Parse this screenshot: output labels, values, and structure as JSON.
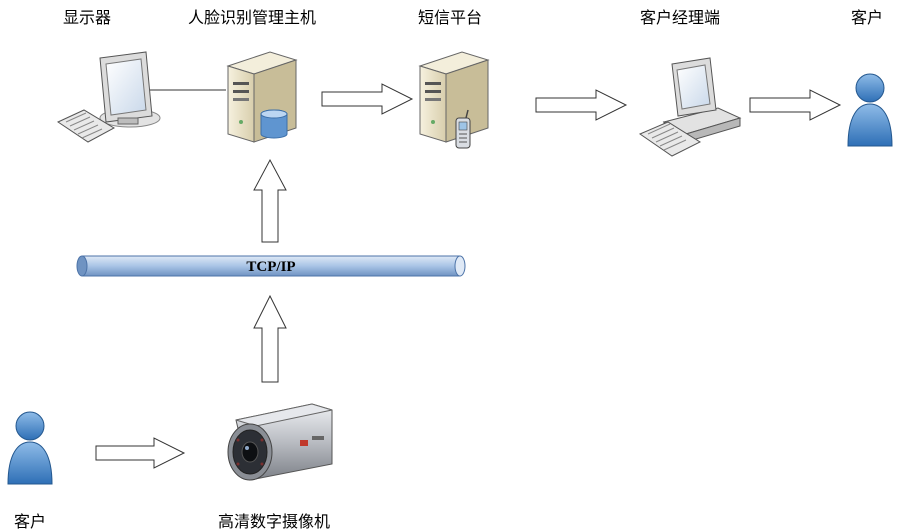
{
  "labels": {
    "monitor": "显示器",
    "host": "人脸识别管理主机",
    "sms": "短信平台",
    "manager": "客户经理端",
    "customer_top": "客户",
    "customer_bottom": "客户",
    "camera": "高清数字摄像机"
  },
  "bus": {
    "label": "TCP/IP"
  },
  "icons": {
    "monitor": "desktop-monitor-keyboard-icon",
    "host": "server-tower-database-icon",
    "sms": "server-tower-phone-icon",
    "manager": "desktop-computer-icon",
    "customer": "person-icon",
    "camera": "cctv-camera-icon",
    "arrow": "hollow-arrow-icon"
  },
  "colors": {
    "person_blue": "#4a88cc",
    "bus_blue": "#a9c4e6",
    "server_beige": "#e9e1c6",
    "camera_grey": "#b9bcc2"
  }
}
